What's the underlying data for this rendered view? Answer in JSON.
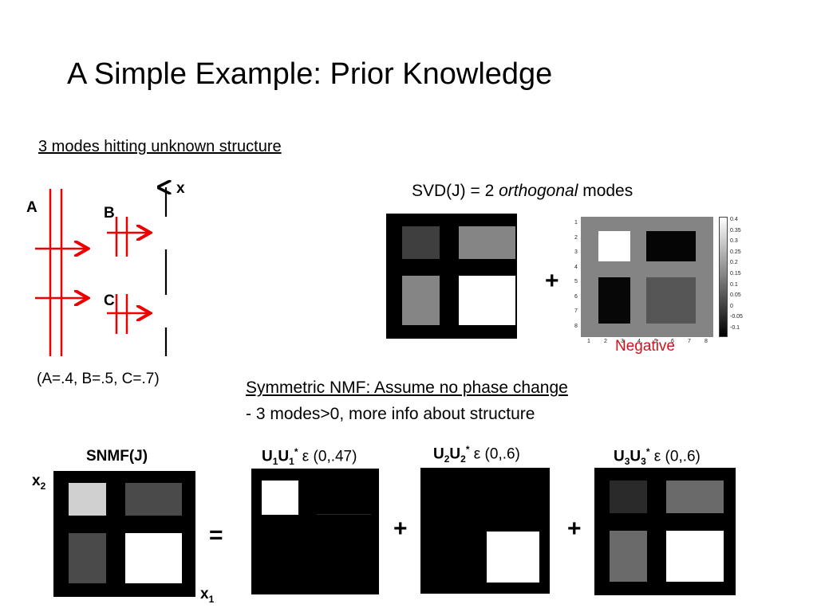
{
  "slide": {
    "title": "A Simple Example: Prior Knowledge",
    "subtitle": "3 modes hitting unknown structure",
    "diagram": {
      "label_a": "A",
      "label_b": "B",
      "label_c": "C",
      "axis_label": "x",
      "params": "(A=.4, B=.5, C=.7)"
    },
    "svd": {
      "title_pre": "SVD(J) = 2 ",
      "title_em": "orthogonal",
      "title_post": " modes",
      "plus": "+",
      "negative_note": "Negative",
      "colorbar_ticks": [
        "0.4",
        "0.35",
        "0.3",
        "0.25",
        "0.2",
        "0.15",
        "0.1",
        "0.05",
        "0",
        "-0.05",
        "-0.1"
      ],
      "row_ticks": [
        "1",
        "2",
        "3",
        "4",
        "5",
        "6",
        "7",
        "8"
      ],
      "col_ticks": [
        "1",
        "2",
        "3",
        "4",
        "5",
        "6",
        "7",
        "8"
      ]
    },
    "nmf": {
      "heading": "Symmetric NMF: Assume no phase change",
      "detail": "- 3 modes>0, more info about structure",
      "snmf_label": "SNMF(J)",
      "x2": "x",
      "x2_sub": "2",
      "x1": "x",
      "x1_sub": "1",
      "equals": "=",
      "plus1": "+",
      "plus2": "+",
      "m1": {
        "u": "U",
        "s1": "1",
        "s2": "1",
        "star": "*",
        "range": " ε (0,.47)"
      },
      "m2": {
        "u": "U",
        "s1": "2",
        "s2": "2",
        "star": "*",
        "range": " ε (0,.6)"
      },
      "m3": {
        "u": "U",
        "s1": "3",
        "s2": "3",
        "star": "*",
        "range": " ε (0,.6)"
      }
    }
  }
}
